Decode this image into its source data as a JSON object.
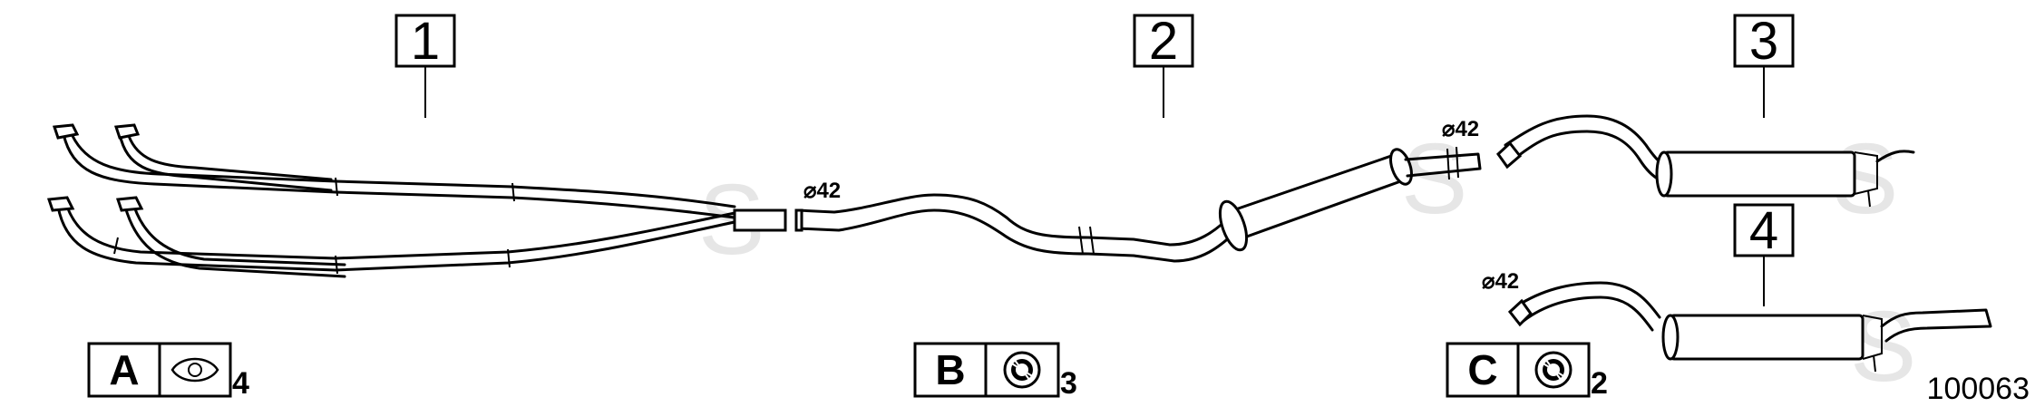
{
  "callouts": [
    "1",
    "2",
    "3",
    "4"
  ],
  "diameters": [
    "⌀42",
    "⌀42",
    "⌀42"
  ],
  "legend": [
    {
      "letter": "A",
      "icon": "flange-gasket-icon",
      "qty": "4"
    },
    {
      "letter": "B",
      "icon": "clamp-ring-icon",
      "qty": "3"
    },
    {
      "letter": "C",
      "icon": "clamp-ring-icon",
      "qty": "2"
    }
  ],
  "reference_number": "100063",
  "watermark": "S"
}
